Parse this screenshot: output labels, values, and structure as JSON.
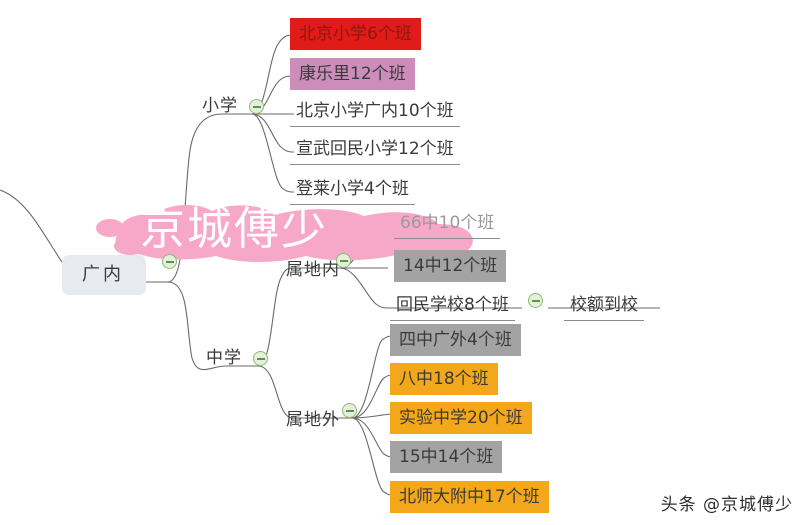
{
  "document": {
    "type": "mindmap",
    "watermark_text": "京城傅少",
    "attribution": "头条 @京城傅少"
  },
  "root": {
    "label": "广内",
    "style": "root-chip"
  },
  "branches": [
    {
      "label": "小学",
      "collapsed": false,
      "children": [
        {
          "label": "北京小学6个班",
          "style": "fill-red"
        },
        {
          "label": "康乐里12个班",
          "style": "fill-pink"
        },
        {
          "label": "北京小学广内10个班",
          "style": "underline"
        },
        {
          "label": "宣武回民小学12个班",
          "style": "underline"
        },
        {
          "label": "登莱小学4个班",
          "style": "underline"
        }
      ]
    },
    {
      "label": "中学",
      "collapsed": false,
      "groups": [
        {
          "label": "属地内",
          "collapsed": false,
          "children": [
            {
              "label": "66中10个班",
              "style": "underline-muted"
            },
            {
              "label": "14中12个班",
              "style": "fill-gray"
            },
            {
              "label": "回民学校8个班",
              "style": "underline",
              "child": {
                "label": "校额到校",
                "style": "underline",
                "collapsed": false
              }
            }
          ]
        },
        {
          "label": "属地外",
          "collapsed": false,
          "children": [
            {
              "label": "四中广外4个班",
              "style": "fill-gray"
            },
            {
              "label": "八中18个班",
              "style": "fill-orange"
            },
            {
              "label": "实验中学20个班",
              "style": "fill-orange"
            },
            {
              "label": "15中14个班",
              "style": "fill-gray"
            },
            {
              "label": "北师大附中17个班",
              "style": "fill-orange"
            }
          ]
        }
      ]
    }
  ],
  "colors": {
    "red": "#e01b18",
    "pink": "#cd8dbb",
    "gray": "#a3a3a3",
    "orange": "#f3a81b",
    "root_chip": "#e7ebf0",
    "watermark_brush": "#f7a8c8",
    "toggle_ring": "#8cbb74",
    "connector": "#6a6a6a"
  }
}
